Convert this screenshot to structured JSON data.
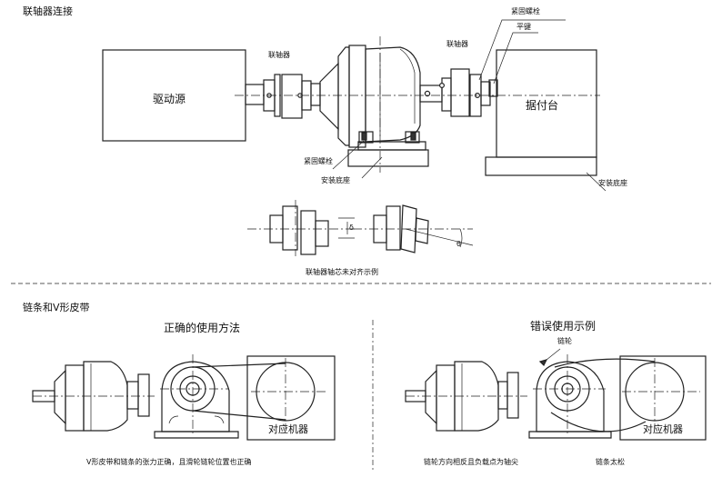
{
  "top_section": {
    "title": "联轴器连接",
    "labels": {
      "coupling_left": "联轴器",
      "coupling_right": "联轴器",
      "driver": "驱动源",
      "driven": "据付台",
      "bolt_top": "紧固螺栓",
      "key": "平键",
      "bolt_bottom": "紧固螺栓",
      "base_left": "安装底座",
      "base_right": "安装底座",
      "misalign_caption": "联轴器轴芯未对齐示例",
      "symbol_delta": "δ",
      "symbol_theta": "θ"
    }
  },
  "bottom_section": {
    "title": "链条和V形皮带",
    "correct": {
      "heading": "正确的使用方法",
      "machine_label": "对应机器",
      "caption": "V形皮带和链条的张力正确，且滑轮链轮位置也正确"
    },
    "wrong": {
      "heading": "错误使用示例",
      "sprocket_label": "链轮",
      "machine_label": "对应机器",
      "caption_left": "链轮方向相反且负载点为轴尖",
      "caption_right": "链条太松"
    }
  }
}
